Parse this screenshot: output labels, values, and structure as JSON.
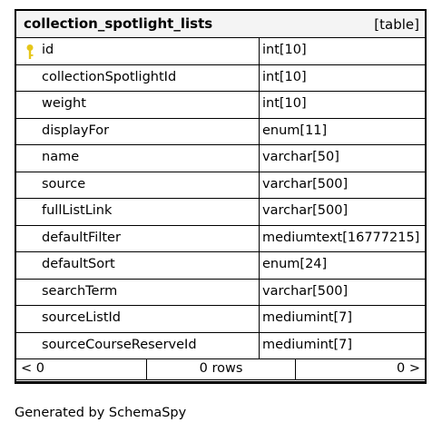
{
  "table": {
    "name": "collection_spotlight_lists",
    "kind": "[table]",
    "primary_key_icon": "key-icon",
    "key_color": "#e6c619",
    "columns": [
      {
        "name": "id",
        "type": "int[10]",
        "primary_key": true
      },
      {
        "name": "collectionSpotlightId",
        "type": "int[10]",
        "primary_key": false
      },
      {
        "name": "weight",
        "type": "int[10]",
        "primary_key": false
      },
      {
        "name": "displayFor",
        "type": "enum[11]",
        "primary_key": false
      },
      {
        "name": "name",
        "type": "varchar[50]",
        "primary_key": false
      },
      {
        "name": "source",
        "type": "varchar[500]",
        "primary_key": false
      },
      {
        "name": "fullListLink",
        "type": "varchar[500]",
        "primary_key": false
      },
      {
        "name": "defaultFilter",
        "type": "mediumtext[16777215]",
        "primary_key": false
      },
      {
        "name": "defaultSort",
        "type": "enum[24]",
        "primary_key": false
      },
      {
        "name": "searchTerm",
        "type": "varchar[500]",
        "primary_key": false
      },
      {
        "name": "sourceListId",
        "type": "mediumint[7]",
        "primary_key": false
      },
      {
        "name": "sourceCourseReserveId",
        "type": "mediumint[7]",
        "primary_key": false
      }
    ],
    "footer": {
      "parents": "< 0",
      "rows": "0 rows",
      "children": "0 >"
    }
  },
  "generated_by": "Generated by SchemaSpy"
}
